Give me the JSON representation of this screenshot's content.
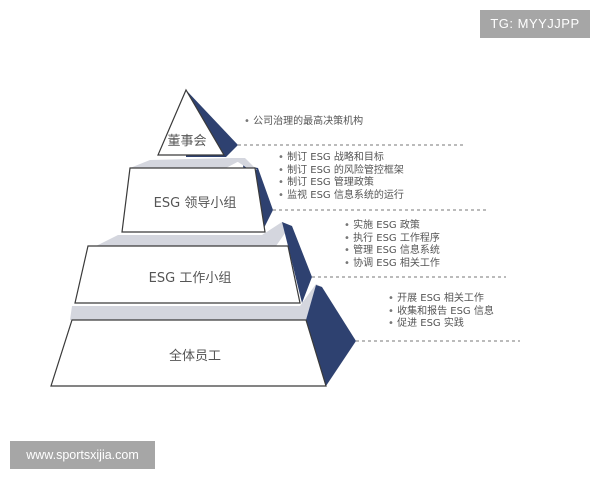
{
  "watermarks": {
    "top_right": "TG: MYYJJPP",
    "bottom_left": "www.sportsxijia.com"
  },
  "colors": {
    "front_face": "#ffffff",
    "outline": "#3a3a3a",
    "side_face": "#2e4170",
    "ledge": "#d4d6de",
    "text": "#555555",
    "dash": "#777777"
  },
  "pyramid": {
    "tiers": [
      {
        "label": "董事会",
        "descriptions": [
          "公司治理的最高决策机构"
        ]
      },
      {
        "label": "ESG 领导小组",
        "descriptions": [
          "制订 ESG 战略和目标",
          "制订 ESG 的风险管控框架",
          "制订 ESG 管理政策",
          "监视 ESG 信息系统的运行"
        ]
      },
      {
        "label": "ESG 工作小组",
        "descriptions": [
          "实施 ESG 政策",
          "执行 ESG 工作程序",
          "管理 ESG 信息系统",
          "协调 ESG 相关工作"
        ]
      },
      {
        "label": "全体员工",
        "descriptions": [
          "开展 ESG 相关工作",
          "收集和报告 ESG 信息",
          "促进 ESG 实践"
        ]
      }
    ]
  }
}
